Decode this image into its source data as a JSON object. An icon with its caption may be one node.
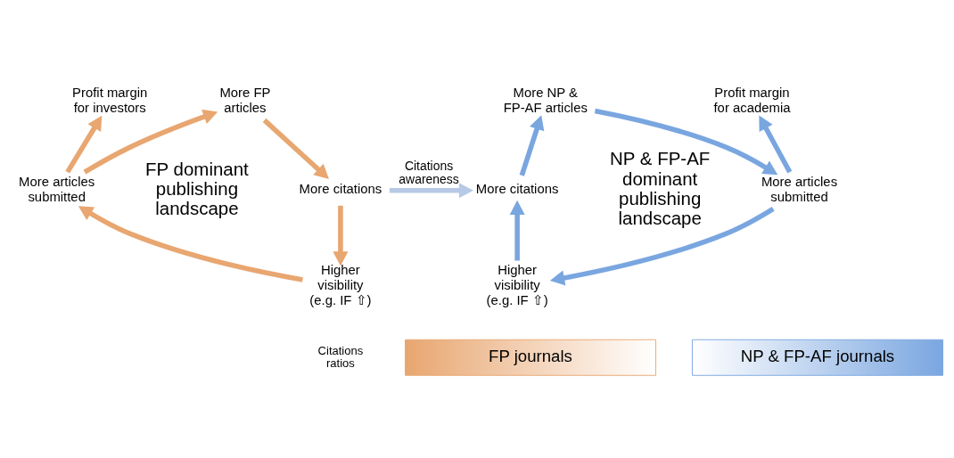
{
  "diagram": {
    "nodes": [
      {
        "text": [
          "Profit margin for investors"
        ]
      },
      {
        "text": [
          "More FP articles"
        ]
      },
      {
        "text": [
          "More articles submitted"
        ]
      },
      {
        "text": [
          "More citations"
        ]
      },
      {
        "text": [
          "Higher visibility (e.g. IF ⇧)"
        ]
      },
      {
        "text": [
          "More NP & FP-AF articles"
        ]
      },
      {
        "text": [
          "Profit margin for academia"
        ]
      },
      {
        "text": [
          "More citations"
        ]
      },
      {
        "text": [
          "More articles submitted"
        ]
      },
      {
        "text": [
          "Higher visibility (e.g. IF ⇧)"
        ]
      },
      {
        "text": [
          "NP & FP-AF journals"
        ]
      },
      {
        "text": [
          "FP journals"
        ]
      }
    ],
    "edges": [
      {
        "from": 2,
        "to": 1,
        "arrow": "to",
        "color": "#e8a670"
      },
      {
        "from": 1,
        "to": 3,
        "arrow": "to",
        "color": "#e8a670"
      },
      {
        "from": 3,
        "to": 4,
        "arrow": "to",
        "color": "#e8a670"
      },
      {
        "from": 4,
        "to": 2,
        "arrow": "to",
        "color": "#e8a670"
      },
      {
        "from": 2,
        "to": 0,
        "arrow": "to",
        "color": "#e8a670"
      },
      {
        "from": 3,
        "to": 7,
        "arrow": "to",
        "label": "Citations awareness",
        "color": "#b7c9e6"
      },
      {
        "from": 7,
        "to": 5,
        "arrow": "to",
        "color": "#7aa6e0"
      },
      {
        "from": 5,
        "to": 8,
        "arrow": "to",
        "color": "#7aa6e0"
      },
      {
        "from": 8,
        "to": 9,
        "arrow": "to",
        "color": "#7aa6e0"
      },
      {
        "from": 9,
        "to": 7,
        "arrow": "to",
        "color": "#7aa6e0"
      },
      {
        "from": 8,
        "to": 6,
        "arrow": "to",
        "color": "#7aa6e0"
      }
    ],
    "labels": [
      "FP dominant publishing landscape",
      "NP & FP-AF dominant publishing landscape",
      "Citations ratios"
    ]
  }
}
